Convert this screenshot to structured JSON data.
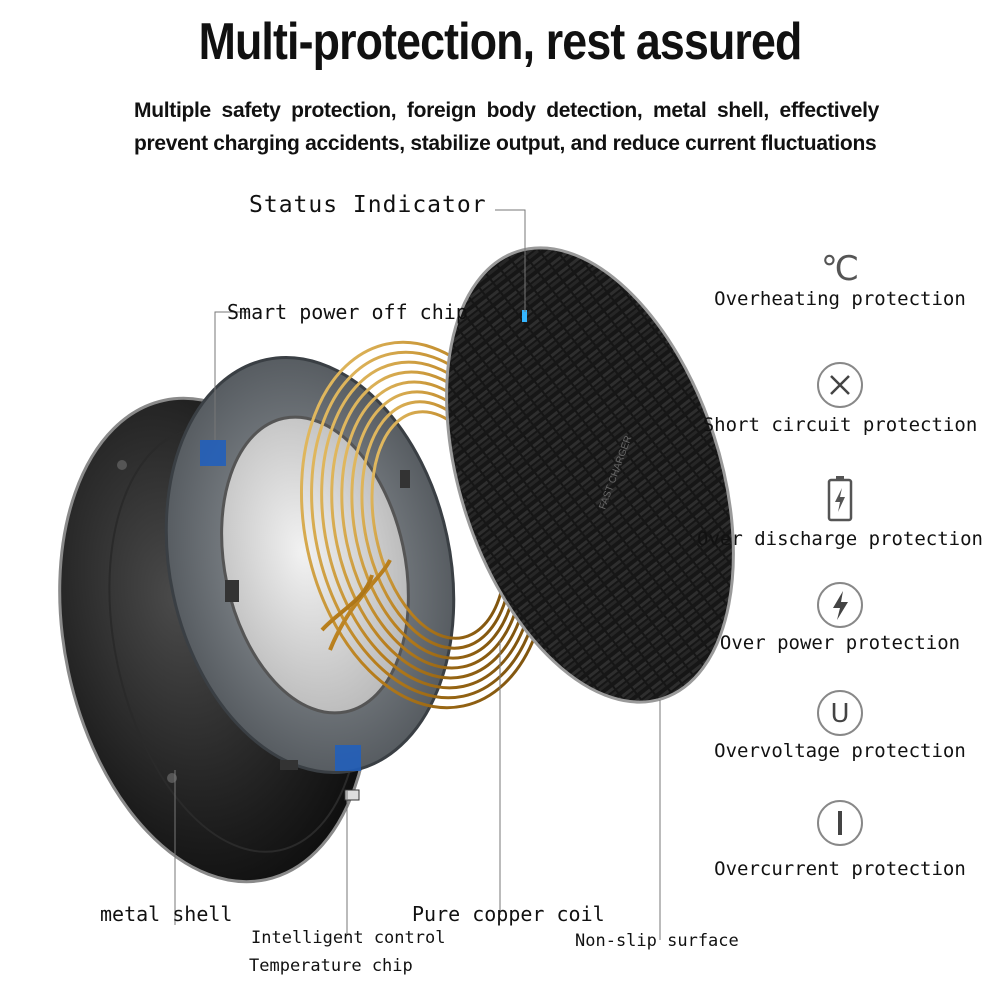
{
  "header": {
    "title": "Multi-protection, rest assured",
    "subtitle": "Multiple safety protection, foreign body detection, metal shell, effectively prevent charging accidents, stabilize output, and reduce current fluctuations"
  },
  "callouts": {
    "status_indicator": "Status Indicator",
    "smart_power_off_chip": "Smart power off chip",
    "metal_shell": "metal shell",
    "intelligent_control": "Intelligent control",
    "temperature_chip": "Temperature chip",
    "pure_copper_coil": "Pure copper coil",
    "non_slip_surface": "Non-slip surface"
  },
  "protections": [
    {
      "icon": "celsius-icon",
      "glyph": "℃",
      "label": "Overheating protection"
    },
    {
      "icon": "x-circle-icon",
      "glyph": "✕",
      "label": "Short circuit protection"
    },
    {
      "icon": "battery-icon",
      "glyph": "",
      "label": "Over discharge protection"
    },
    {
      "icon": "lightning-circle-icon",
      "glyph": "",
      "label": "Over power protection"
    },
    {
      "icon": "u-circle-icon",
      "glyph": "U",
      "label": "Overvoltage protection"
    },
    {
      "icon": "i-circle-icon",
      "glyph": "I",
      "label": "Overcurrent protection"
    }
  ],
  "device_mark": "FAST CHARGER",
  "colors": {
    "shell": "#1f1f1f",
    "coil": "#c8942a",
    "pcb": "#6e7479",
    "pad": "#151515",
    "indicator": "#35b6ff"
  }
}
